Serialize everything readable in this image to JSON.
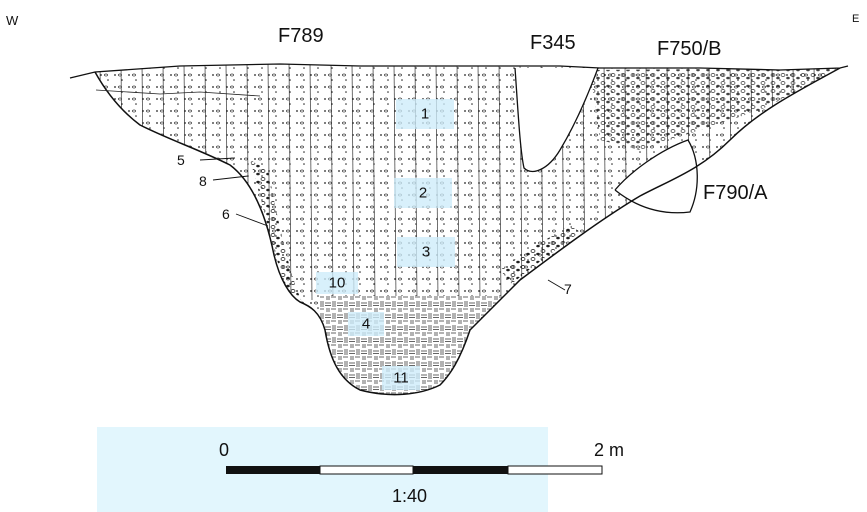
{
  "orientation": {
    "west": "W",
    "east": "E"
  },
  "features": {
    "f789": "F789",
    "f345": "F345",
    "f750b": "F750/B",
    "f790a": "F790/A"
  },
  "layers": {
    "l1": "1",
    "l2": "2",
    "l3": "3",
    "l4": "4",
    "l10": "10",
    "l11": "11"
  },
  "callouts": {
    "c5": "5",
    "c6": "6",
    "c7": "7",
    "c8": "8"
  },
  "scale": {
    "start": "0",
    "end": "2 m",
    "ratio": "1:40"
  }
}
